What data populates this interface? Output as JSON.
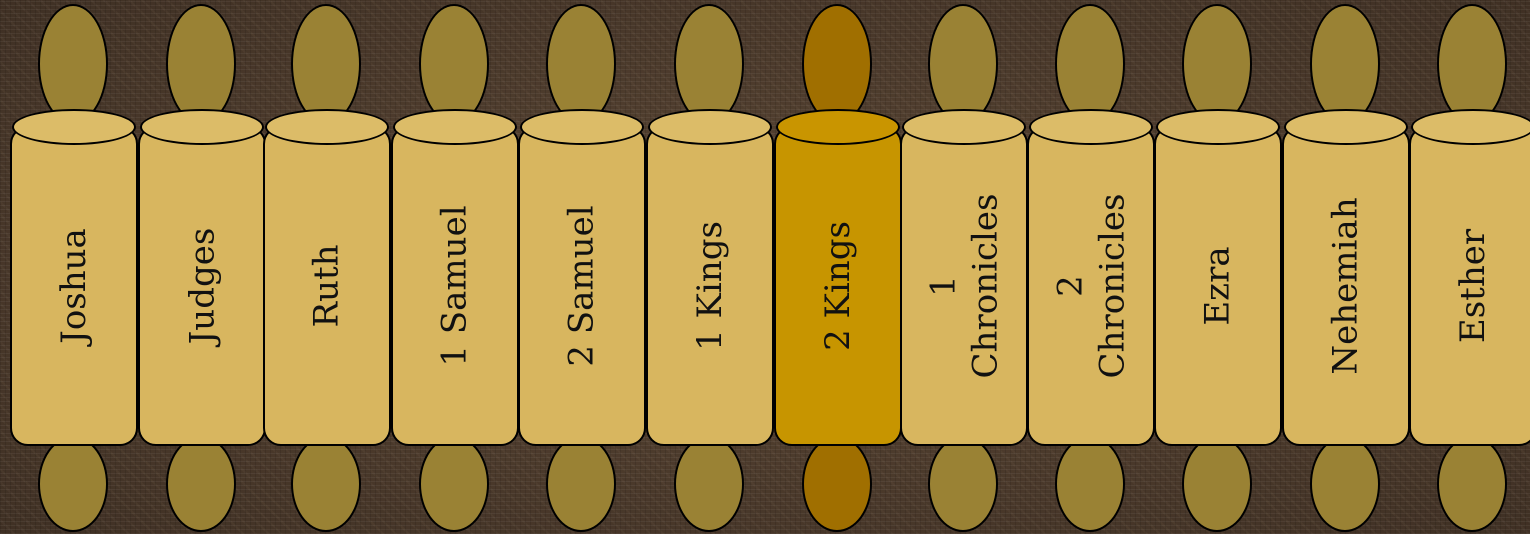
{
  "scrolls": [
    {
      "id": "joshua",
      "label": "Joshua",
      "selected": false
    },
    {
      "id": "judges",
      "label": "Judges",
      "selected": false
    },
    {
      "id": "ruth",
      "label": "Ruth",
      "selected": false
    },
    {
      "id": "1-samuel",
      "label": "1 Samuel",
      "selected": false
    },
    {
      "id": "2-samuel",
      "label": "2 Samuel",
      "selected": false
    },
    {
      "id": "1-kings",
      "label": "1 Kings",
      "selected": false
    },
    {
      "id": "2-kings",
      "label": "2 Kings",
      "selected": true
    },
    {
      "id": "1-chronicles",
      "label": "1\nChronicles",
      "selected": false
    },
    {
      "id": "2-chronicles",
      "label": "2\nChronicles",
      "selected": false
    },
    {
      "id": "ezra",
      "label": "Ezra",
      "selected": false
    },
    {
      "id": "nehemiah",
      "label": "Nehemiah",
      "selected": false
    },
    {
      "id": "esther",
      "label": "Esther",
      "selected": false
    }
  ],
  "colors": {
    "scroll_body": "#d8b65f",
    "scroll_knob": "#9a8234",
    "selected_body": "#c79500",
    "selected_knob": "#a06f00",
    "background": "#4b3a2b"
  }
}
